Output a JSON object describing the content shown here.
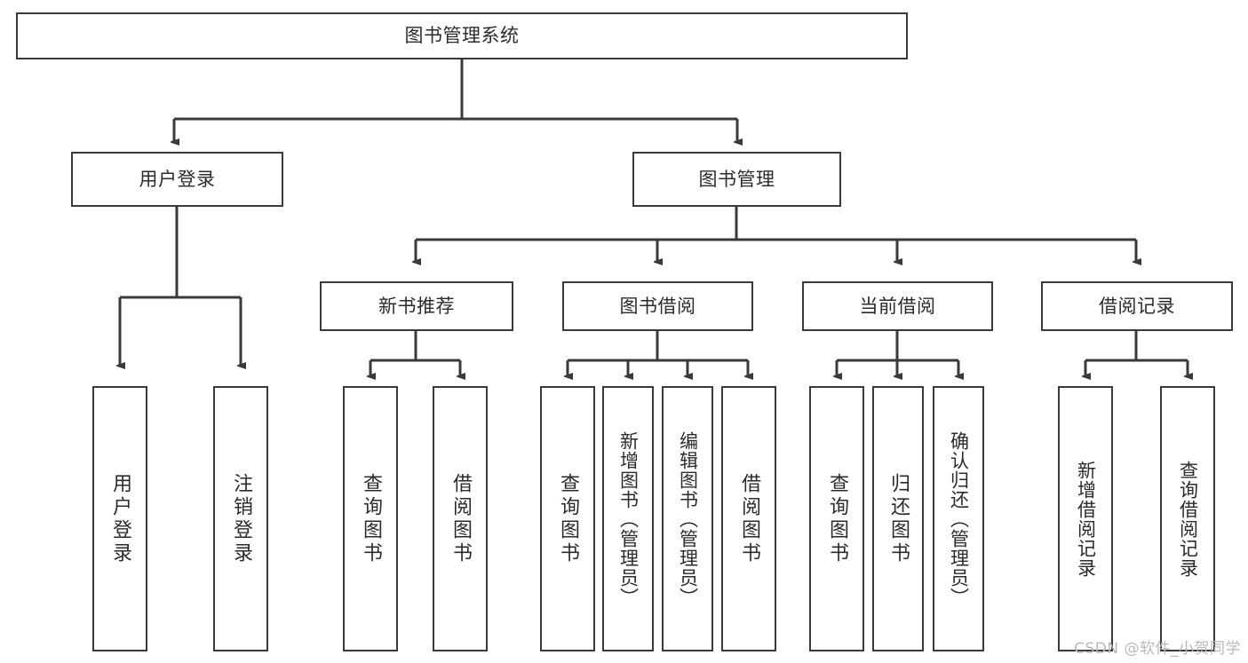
{
  "diagram": {
    "type": "hierarchy-tree",
    "title": "图书管理系统",
    "root": {
      "label": "图书管理系统"
    },
    "level2": [
      {
        "label": "用户登录"
      },
      {
        "label": "图书管理"
      }
    ],
    "level3": [
      {
        "label": "新书推荐"
      },
      {
        "label": "图书借阅"
      },
      {
        "label": "当前借阅"
      },
      {
        "label": "借阅记录"
      }
    ],
    "leaves": {
      "user_login": [
        {
          "label": "用户登录"
        },
        {
          "label": "注销登录"
        }
      ],
      "new_book_recommend": [
        {
          "label": "查询图书"
        },
        {
          "label": "借阅图书"
        }
      ],
      "book_borrow": [
        {
          "label": "查询图书"
        },
        {
          "label": "新增图书（管理员）"
        },
        {
          "label": "编辑图书（管理员）"
        },
        {
          "label": "借阅图书"
        }
      ],
      "current_borrow": [
        {
          "label": "查询图书"
        },
        {
          "label": "归还图书"
        },
        {
          "label": "确认归还（管理员）"
        }
      ],
      "borrow_record": [
        {
          "label": "新增借阅记录"
        },
        {
          "label": "查询借阅记录"
        }
      ]
    }
  },
  "watermark": {
    "text": "CSDN @软件_小贺同学"
  },
  "colors": {
    "stroke": "#3a3a3a",
    "text": "#2b2b2b",
    "background": "#ffffff",
    "watermark": "#b9b9b9"
  }
}
